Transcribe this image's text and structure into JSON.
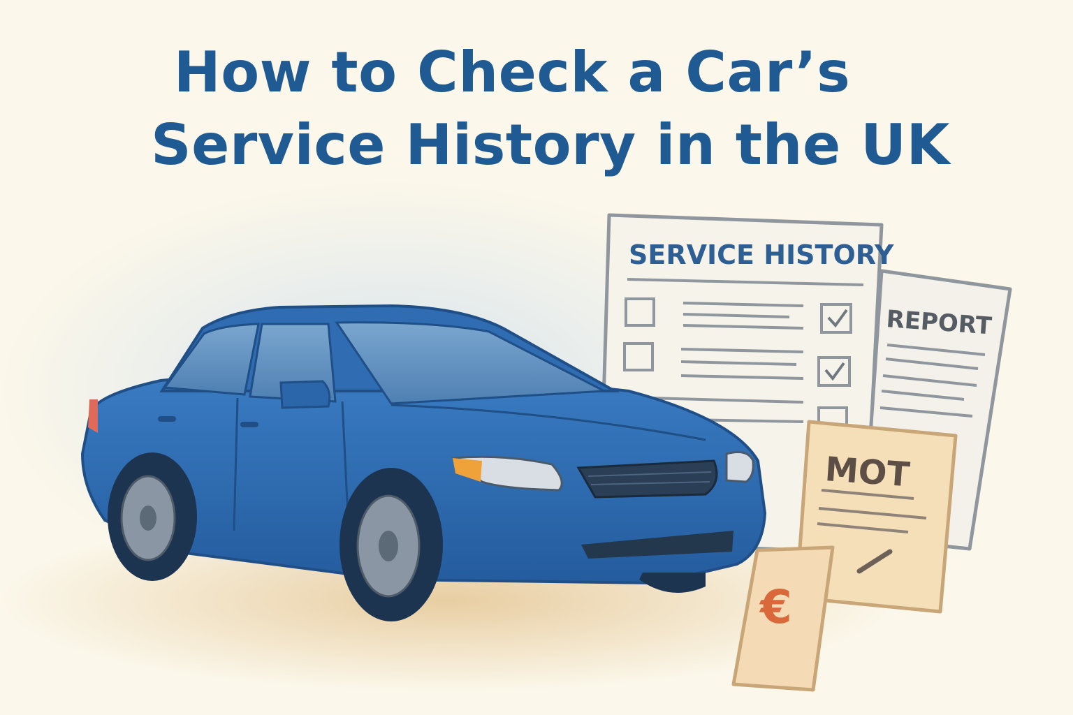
{
  "title": {
    "line1": "How to Check a Car’s",
    "line2": "Service History in the UK"
  },
  "documents": {
    "service_history": {
      "heading": "SERVICE HISTORY"
    },
    "report": {
      "heading": "REPORT"
    },
    "mot": {
      "heading": "MOT"
    },
    "price_tag": {
      "symbol": "€"
    }
  },
  "colors": {
    "title": "#1f5a92",
    "car_body": "#2e6fb8",
    "paper": "#f6f3ea",
    "mot_paper": "#f4dfb8",
    "euro": "#d9693a"
  }
}
